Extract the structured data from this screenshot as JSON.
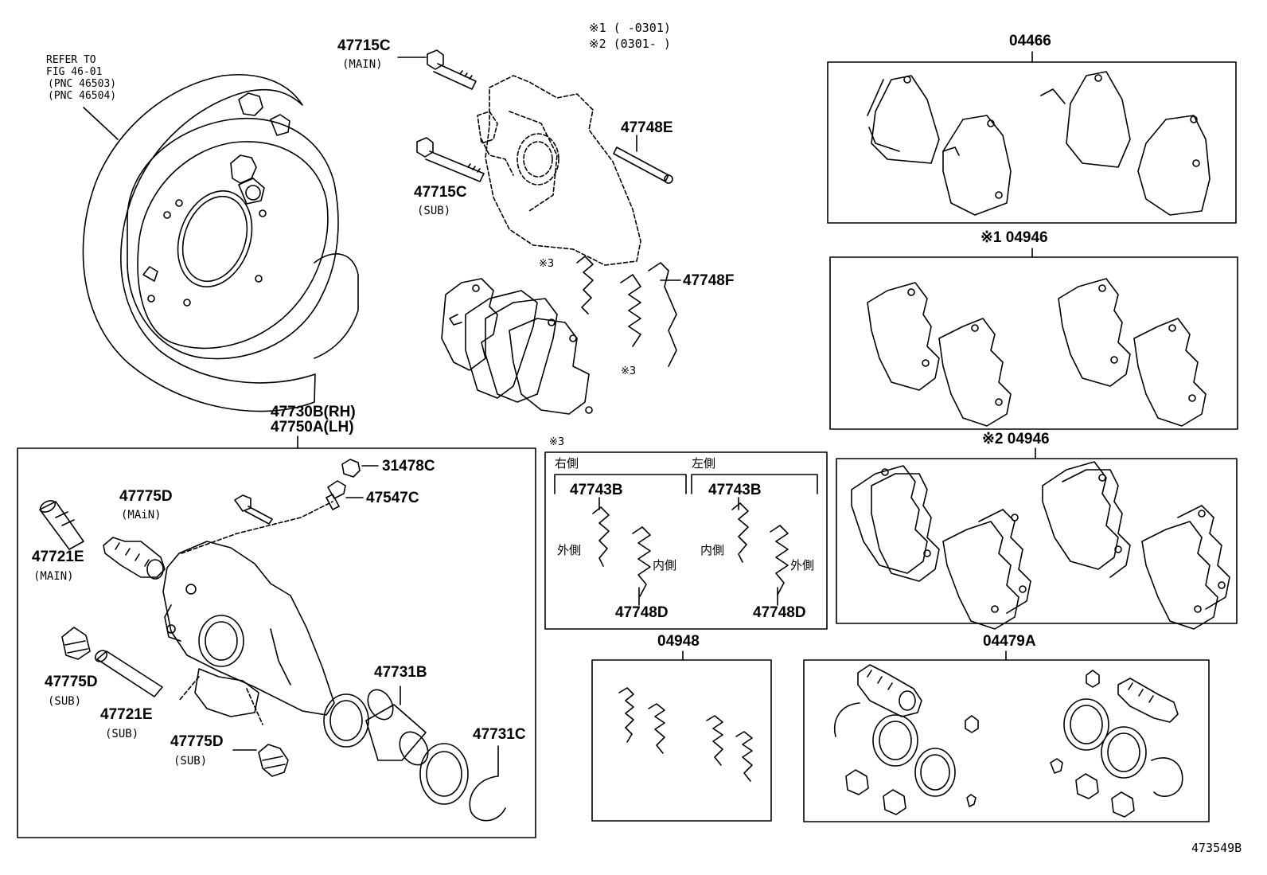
{
  "refer": {
    "line1": "REFER TO",
    "line2": "FIG 46-01",
    "line3": "(PNC 46503)",
    "line4": "(PNC 46504)"
  },
  "notes": {
    "note1": "※1 (     -0301)",
    "note2": "※2 (0301-     )"
  },
  "mark3": "※3",
  "parts": {
    "p47715c_main": "47715C",
    "p47715c_main_sub": "(MAIN)",
    "p47715c_sub": "47715C",
    "p47715c_sub_sub": "(SUB)",
    "p47748e": "47748E",
    "p47748f": "47748F",
    "p47730b": "47730B(RH)",
    "p47750a": "47750A(LH)",
    "p31478c": "31478C",
    "p47547c": "47547C",
    "p47775d_main": "47775D",
    "p47775d_main_sub": "(MAiN)",
    "p47721e_main": "47721E",
    "p47721e_main_sub": "(MAIN)",
    "p47775d_sub1": "47775D",
    "p47775d_sub1_sub": "(SUB)",
    "p47721e_sub": "47721E",
    "p47721e_sub_sub": "(SUB)",
    "p47775d_sub2": "47775D",
    "p47775d_sub2_sub": "(SUB)",
    "p47731b": "47731B",
    "p47731c": "47731C",
    "p04466": "04466",
    "p04946_1": "※1 04946",
    "p04946_2": "※2 04946",
    "p04948": "04948",
    "p04479a": "04479A"
  },
  "shim_box": {
    "right_side": "右側",
    "left_side": "左側",
    "r_47743b": "47743B",
    "l_47743b": "47743B",
    "r_outer": "外側",
    "r_inner": "内側",
    "l_inner": "内側",
    "l_outer": "外側",
    "r_47748d": "47748D",
    "l_47748d": "47748D"
  },
  "figure_id": "473549B"
}
